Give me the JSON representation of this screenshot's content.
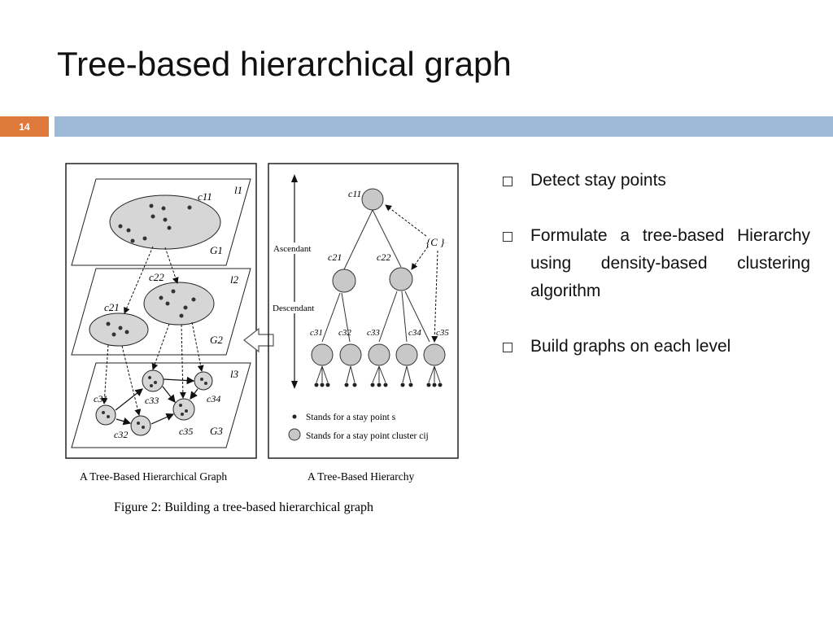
{
  "slide": {
    "title": "Tree-based hierarchical graph",
    "page_number": "14"
  },
  "bullets": [
    {
      "text": "Detect stay points"
    },
    {
      "text": "Formulate a tree-based Hierarchy using density-based clustering algorithm"
    },
    {
      "text": "Build graphs on each level"
    }
  ],
  "figure": {
    "caption": "Figure 2: Building a tree-based hierarchical graph",
    "left_label": "A Tree-Based Hierarchical Graph",
    "right_label": "A Tree-Based Hierarchy",
    "ascendant": "Ascendant",
    "descendant": "Descendant",
    "legend_point": "Stands for a stay point s",
    "legend_cluster": "Stands for a stay point cluster cij",
    "set_label": "{C }",
    "levels": [
      "l1",
      "l2",
      "l3"
    ],
    "graphs": [
      "G1",
      "G2",
      "G3"
    ],
    "nodes": {
      "c11": "c11",
      "c21": "c21",
      "c22": "c22",
      "c31": "c31",
      "c32": "c32",
      "c33": "c33",
      "c34": "c34",
      "c35": "c35"
    }
  }
}
